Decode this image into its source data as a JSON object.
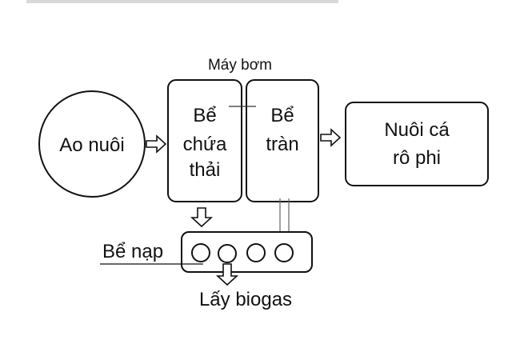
{
  "diagram": {
    "nodes": {
      "pond": "Ao nuôi",
      "waste_tank_line1": "Bể",
      "waste_tank_line2": "chứa",
      "waste_tank_line3": "thải",
      "overflow_tank_line1": "Bể",
      "overflow_tank_line2": "tràn",
      "fish_line1": "Nuôi cá",
      "fish_line2": "rô phi",
      "feed_tank": "Bể nạp",
      "biogas": "Lấy biogas",
      "pump": "Máy bơm"
    }
  }
}
